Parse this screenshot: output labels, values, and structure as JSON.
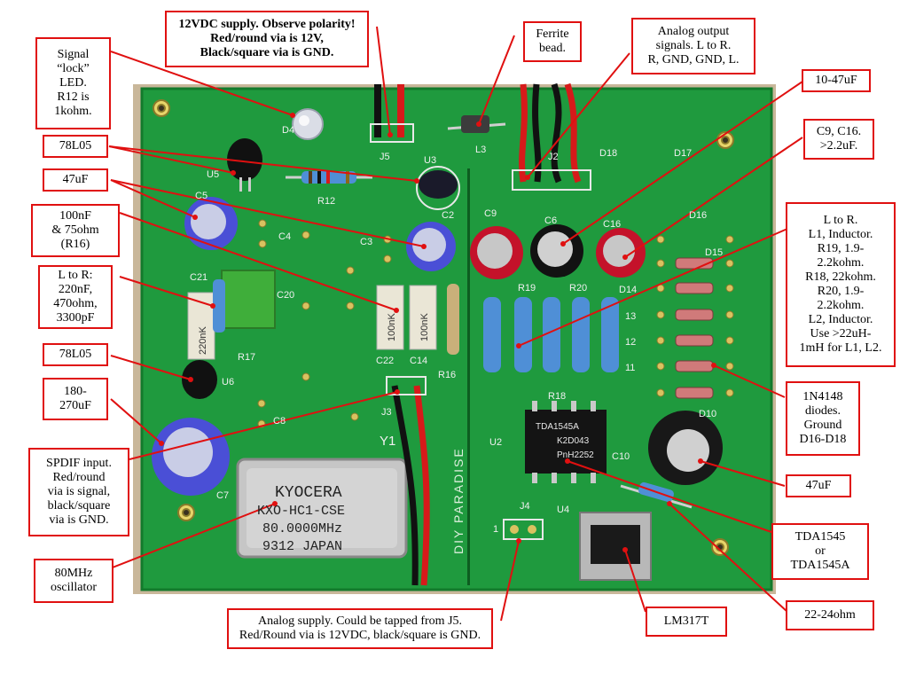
{
  "colors": {
    "pcb": "#1f9a3e",
    "pcb_dark": "#137a2c",
    "callout_border": "#e01010",
    "arrow": "#e01010",
    "background": "#ffffff"
  },
  "board": {
    "silkscreen_brand": "DIY PARADISE",
    "crystal_text": [
      "KYOCERA",
      "KXO-HC1-CSE",
      "80.0000MHz",
      "9312  JAPAN"
    ],
    "chip_text": [
      "TDA1545A",
      "K2D043",
      "PnH2252"
    ],
    "ref_labels": {
      "d4": "D4",
      "j5": "J5",
      "l3": "L3",
      "j2": "J2",
      "d18": "D18",
      "d17": "D17",
      "u5": "U5",
      "r12": "R12",
      "u3": "U3",
      "c5": "C5",
      "c4": "C4",
      "c3": "C3",
      "c2": "C2",
      "c9": "C9",
      "c6": "C6",
      "c16": "C16",
      "d16": "D16",
      "d15": "D15",
      "c21": "C21",
      "c20": "C20",
      "r19": "R19",
      "r20": "R20",
      "d14": "D14",
      "d13": "13",
      "d12": "12",
      "d11": "11",
      "r17": "R17",
      "u6": "U6",
      "c22": "C22",
      "c14": "C14",
      "r16": "R16",
      "j3": "J3",
      "r18": "R18",
      "d10": "D10",
      "c8": "C8",
      "y1": "Y1",
      "u2": "U2",
      "c10": "C10",
      "c7": "C7",
      "j4": "J4",
      "u4": "U4",
      "pin1": "1"
    },
    "cap_text": [
      "220nK",
      "100nK",
      "100nK"
    ]
  },
  "callouts": {
    "supply12v": "12VDC supply. Observe polarity!\nRed/round via is 12V,\nBlack/square via is GND.",
    "ferrite": "Ferrite\nbead.",
    "analog_out": "Analog output\nsignals. L to R.\nR, GND, GND, L.",
    "lock_led": "Signal\n“lock”\nLED.\nR12 is\n1kohm.",
    "reg_78l05_top": "78L05",
    "cap_47uf_left": "47uF",
    "cap_100nf": "100nF\n& 75ohm\n(R16)",
    "l_to_r_left": "L to R:\n220nF,\n470ohm,\n3300pF",
    "reg_78l05_bottom": "78L05",
    "cap_180uf": "180-\n270uF",
    "spdif": "SPDIF input.\nRed/round\nvia is signal,\nblack/square\nvia is GND.",
    "osc_80mhz": "80MHz\noscillator",
    "analog_supply": "Analog supply. Could be tapped from J5.\nRed/Round via is 12VDC, black/square is GND.",
    "cap_10_47uf": "10-47uF",
    "c9_c16": "C9, C16.\n>2.2uF.",
    "l_to_r_right": "L to R.\nL1, Inductor.\nR19, 1.9-\n2.2kohm.\nR18, 22kohm.\nR20, 1.9-\n2.2kohm.\nL2, Inductor.\nUse >22uH-\n1mH for L1, L2.",
    "diodes": "1N4148\ndiodes.\nGround\nD16-D18",
    "cap_47uf_right": "47uF",
    "tda1545": "TDA1545\nor\nTDA1545A",
    "lm317t": "LM317T",
    "res_22_24": "22-24ohm"
  }
}
